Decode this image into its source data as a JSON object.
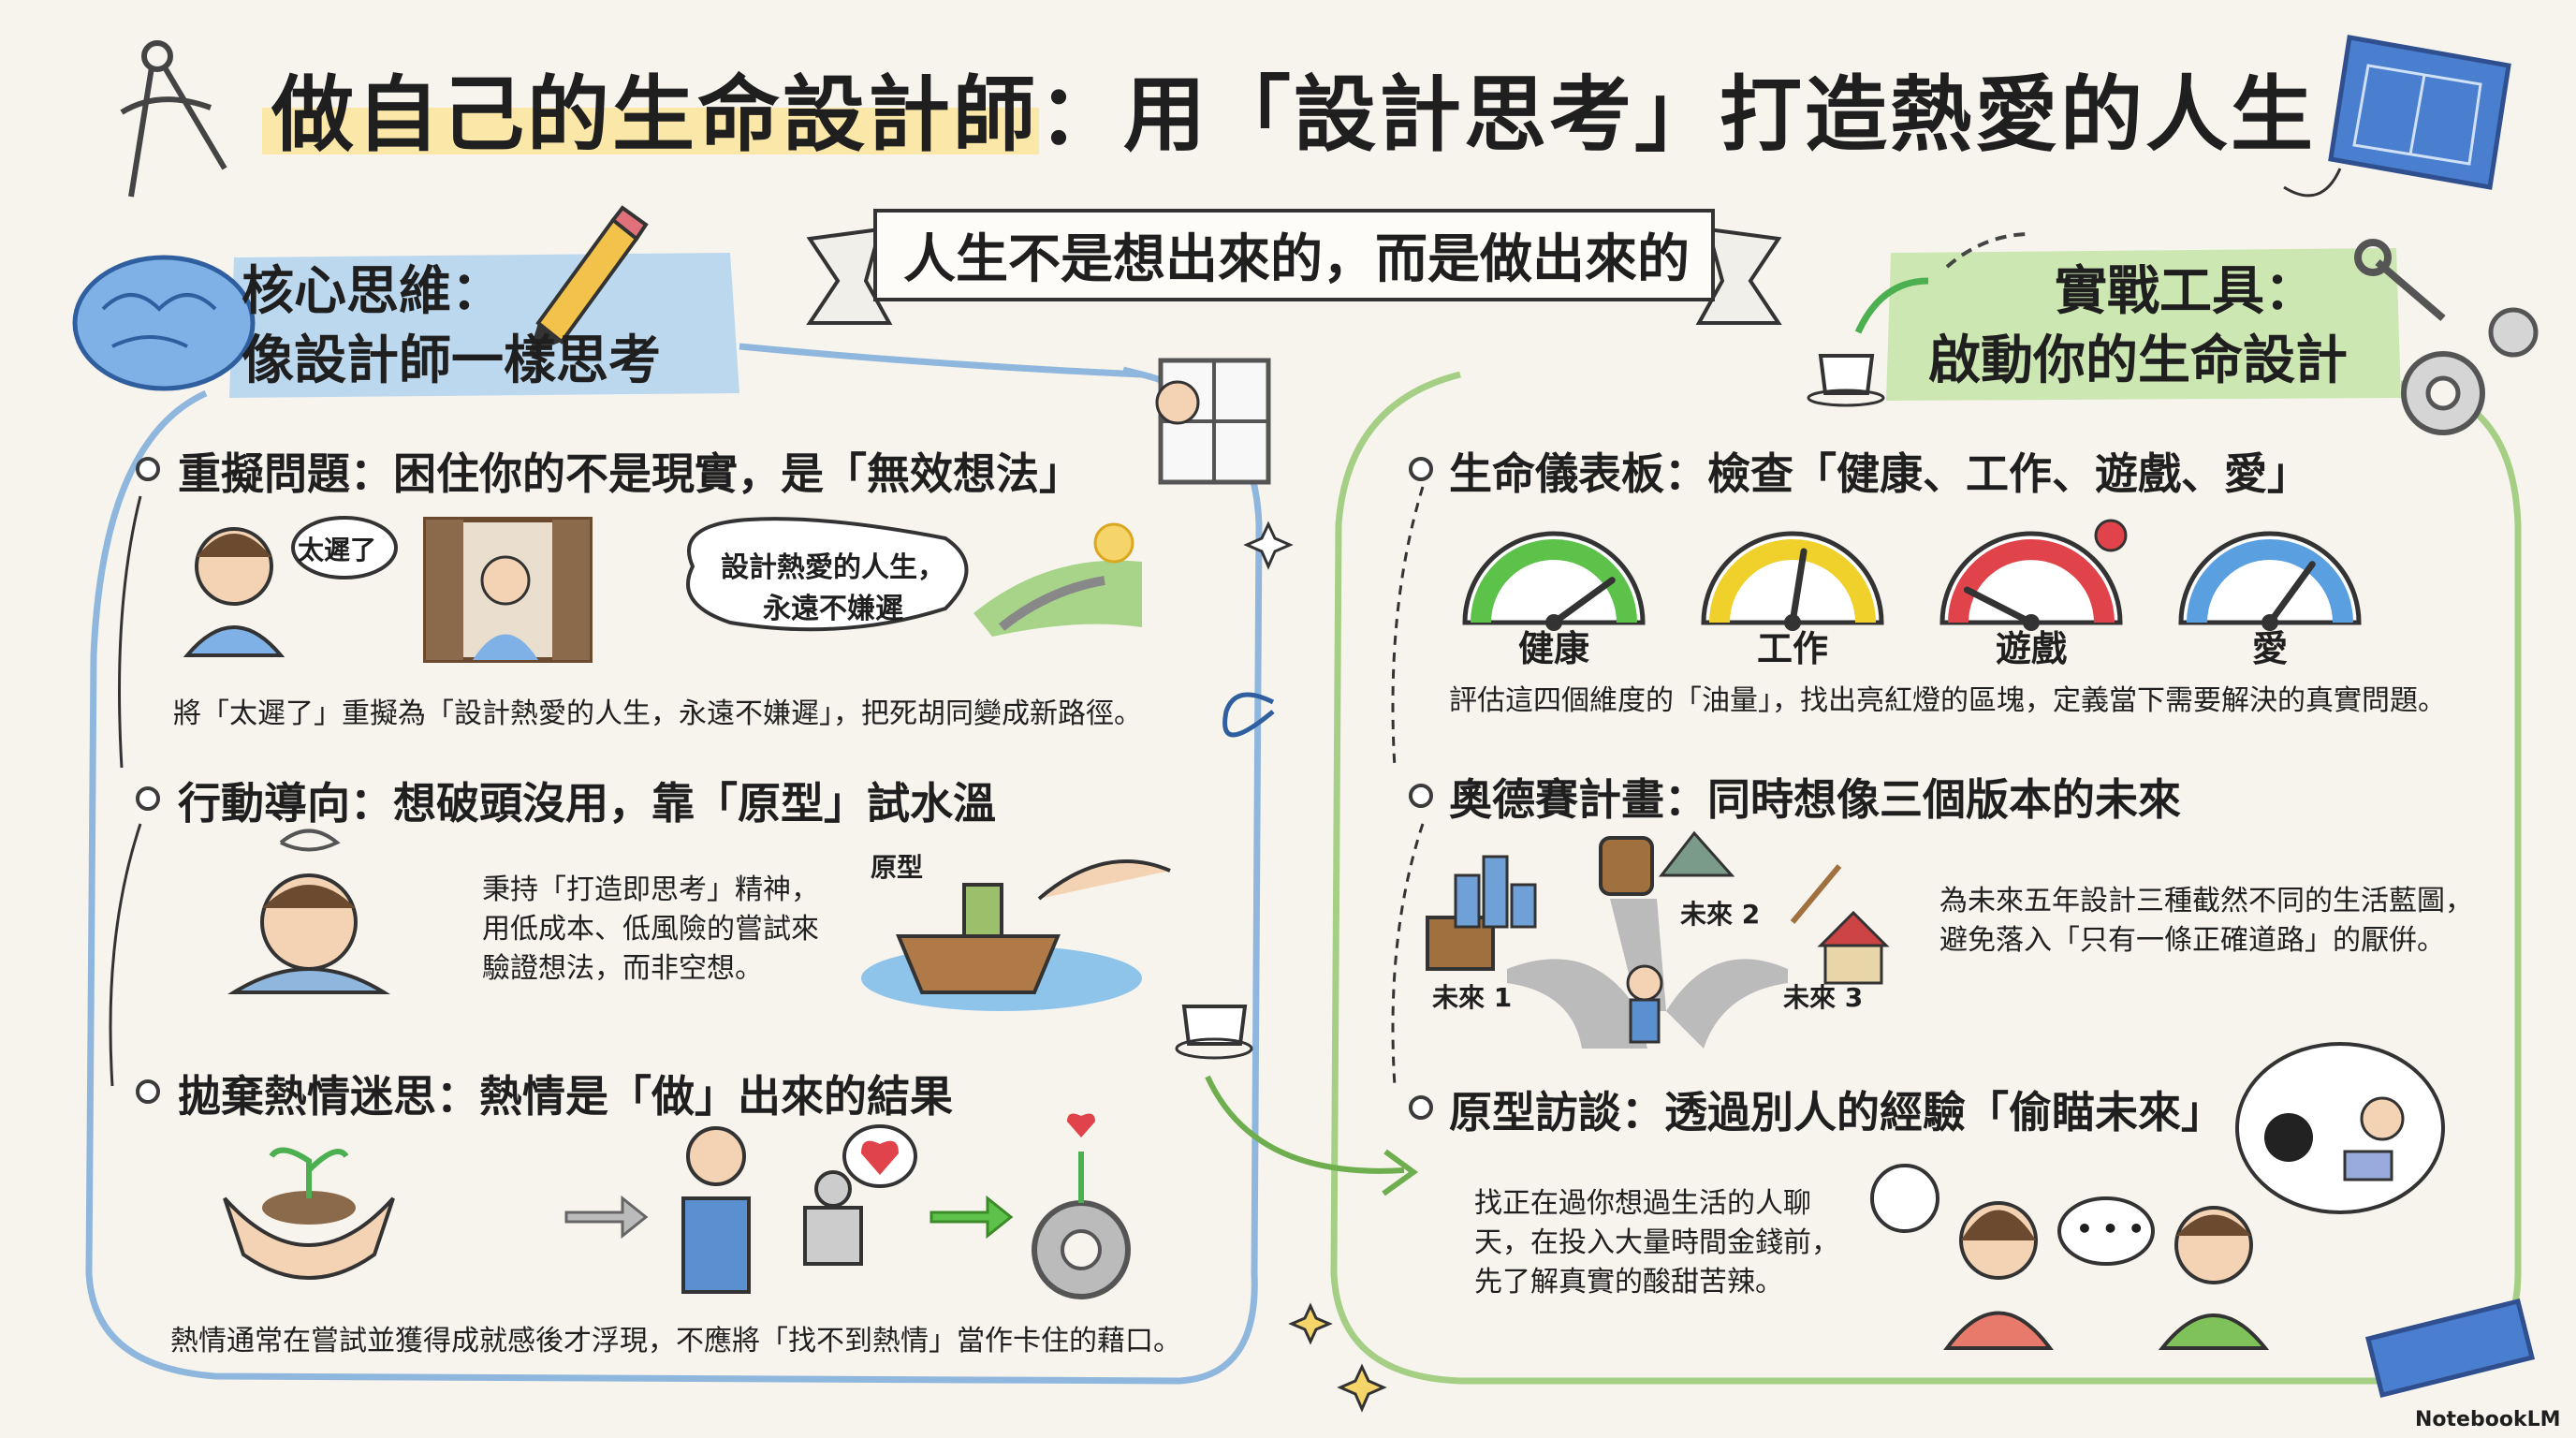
{
  "title": "做自己的生命設計師：用「設計思考」打造熱愛的人生",
  "banner": "人生不是想出來的，而是做出來的",
  "left_header": {
    "line1": "核心思維：",
    "line2": "像設計師一樣思考"
  },
  "right_header": {
    "line1": "實戰工具：",
    "line2": "啟動你的生命設計"
  },
  "left_sections": [
    {
      "heading": "重擬問題：困住你的不是現實，是「無效想法」",
      "bubble_late": "太遲了",
      "bubble_reframe": [
        "設計熱愛的人生，",
        "永遠不嫌遲"
      ],
      "body": "將「太遲了」重擬為「設計熱愛的人生，永遠不嫌遲」，把死胡同變成新路徑。"
    },
    {
      "heading": "行動導向：想破頭沒用，靠「原型」試水溫",
      "body": [
        "秉持「打造即思考」精神，",
        "用低成本、低風險的嘗試來",
        "驗證想法，而非空想。"
      ],
      "prototype_label": "原型"
    },
    {
      "heading": "拋棄熱情迷思：熱情是「做」出來的結果",
      "body": "熱情通常在嘗試並獲得成就感後才浮現，不應將「找不到熱情」當作卡住的藉口。"
    }
  ],
  "right_sections": [
    {
      "heading": "生命儀表板：檢查「健康、工作、遊戲、愛」",
      "gauges": [
        {
          "label": "健康",
          "level": 0.8,
          "color": "#5cc24a"
        },
        {
          "label": "工作",
          "level": 0.55,
          "color": "#f0d02a"
        },
        {
          "label": "遊戲",
          "level": 0.15,
          "color": "#e0444a"
        },
        {
          "label": "愛",
          "level": 0.7,
          "color": "#5a9fe0"
        }
      ],
      "body": "評估這四個維度的「油量」，找出亮紅燈的區塊，定義當下需要解決的真實問題。"
    },
    {
      "heading": "奧德賽計畫：同時想像三個版本的未來",
      "futures": [
        "未來 1",
        "未來 2",
        "未來 3"
      ],
      "body": [
        "為未來五年設計三種截然不同的生活藍圖，",
        "避免落入「只有一條正確道路」的厭倂。"
      ]
    },
    {
      "heading": "原型訪談：透過別人的經驗「偷瞄未來」",
      "body": [
        "找正在過你想過生活的人聊",
        "天，在投入大量時間金錢前，",
        "先了解真實的酸甜苦辣。"
      ],
      "speech": "• • •"
    }
  ],
  "brand": "NotebookLM",
  "colors": {
    "blue": "#bcd8ef",
    "green": "#cde7b3",
    "yellow": "#fbe7a0",
    "ink": "#1f1f1f"
  }
}
